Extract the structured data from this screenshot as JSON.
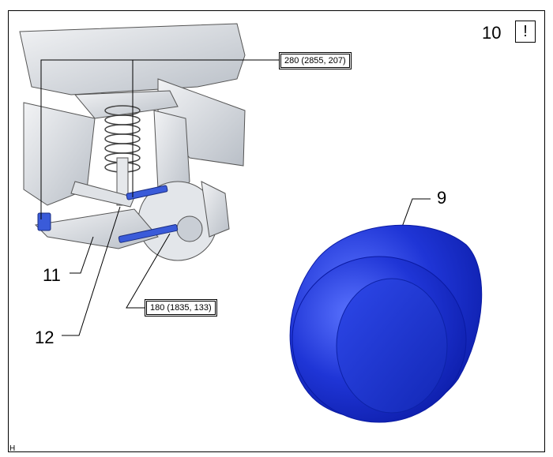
{
  "figure": {
    "callouts": {
      "c9": "9",
      "c10": "10",
      "c11": "11",
      "c12": "12"
    },
    "torque_upper": "280 (2855, 207)",
    "torque_lower": "180 (1835, 133)",
    "warning_symbol": "!",
    "corner_mark": "H"
  },
  "colors": {
    "tire": "#1f35d6",
    "tire_dark": "#0a1aa3",
    "highlight_bolt": "#3a5bd9",
    "line": "#000000",
    "part_gray": "#d9dde2"
  }
}
